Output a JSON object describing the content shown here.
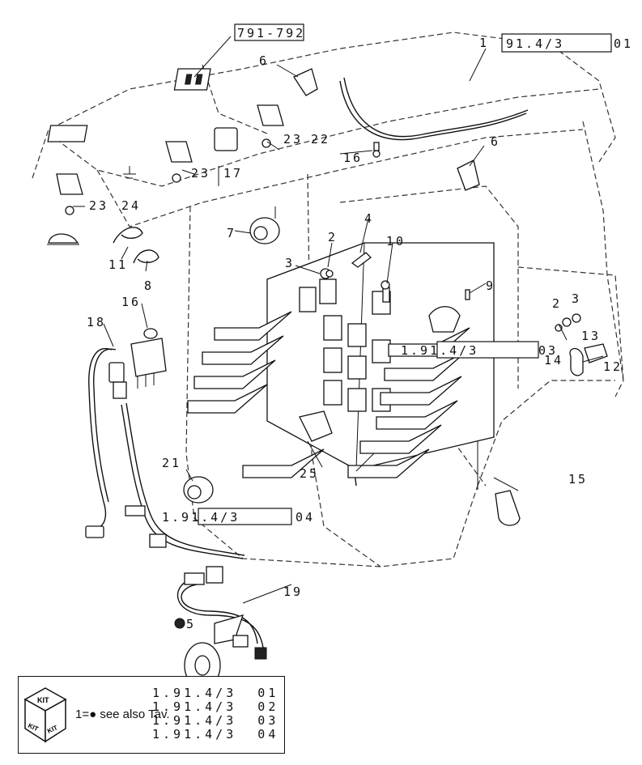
{
  "callouts": {
    "c1": "1",
    "c2a": "2",
    "c2b": "2",
    "c3a": "3",
    "c3b": "3",
    "c4": "4",
    "c5": "5",
    "c6a": "6",
    "c6b": "6",
    "c7": "7",
    "c8": "8",
    "c9": "9",
    "c10": "10",
    "c11": "11",
    "c12": "12",
    "c13": "13",
    "c14": "14",
    "c15": "15",
    "c16": "16",
    "c16b": "16",
    "c17": "17",
    "c18": "18",
    "c19": "19",
    "c21": "21",
    "c22": "22",
    "c23a": "23",
    "c23b": "23",
    "c23c": "23",
    "c24": "24",
    "c25": "25",
    "c03": "03",
    "c01": "01",
    "c04": "04"
  },
  "refs": {
    "top_range": "791-792",
    "ref_01": "91.4/3",
    "ref_03": "1.91.4/3",
    "ref_04": "1.91.4/3"
  },
  "legend": {
    "kit_label": "KIT",
    "equation": "1=● see also Tav.",
    "lines": [
      "1.91.4/3  01",
      "1.91.4/3  02",
      "1.91.4/3  03",
      "1.91.4/3  04"
    ]
  }
}
